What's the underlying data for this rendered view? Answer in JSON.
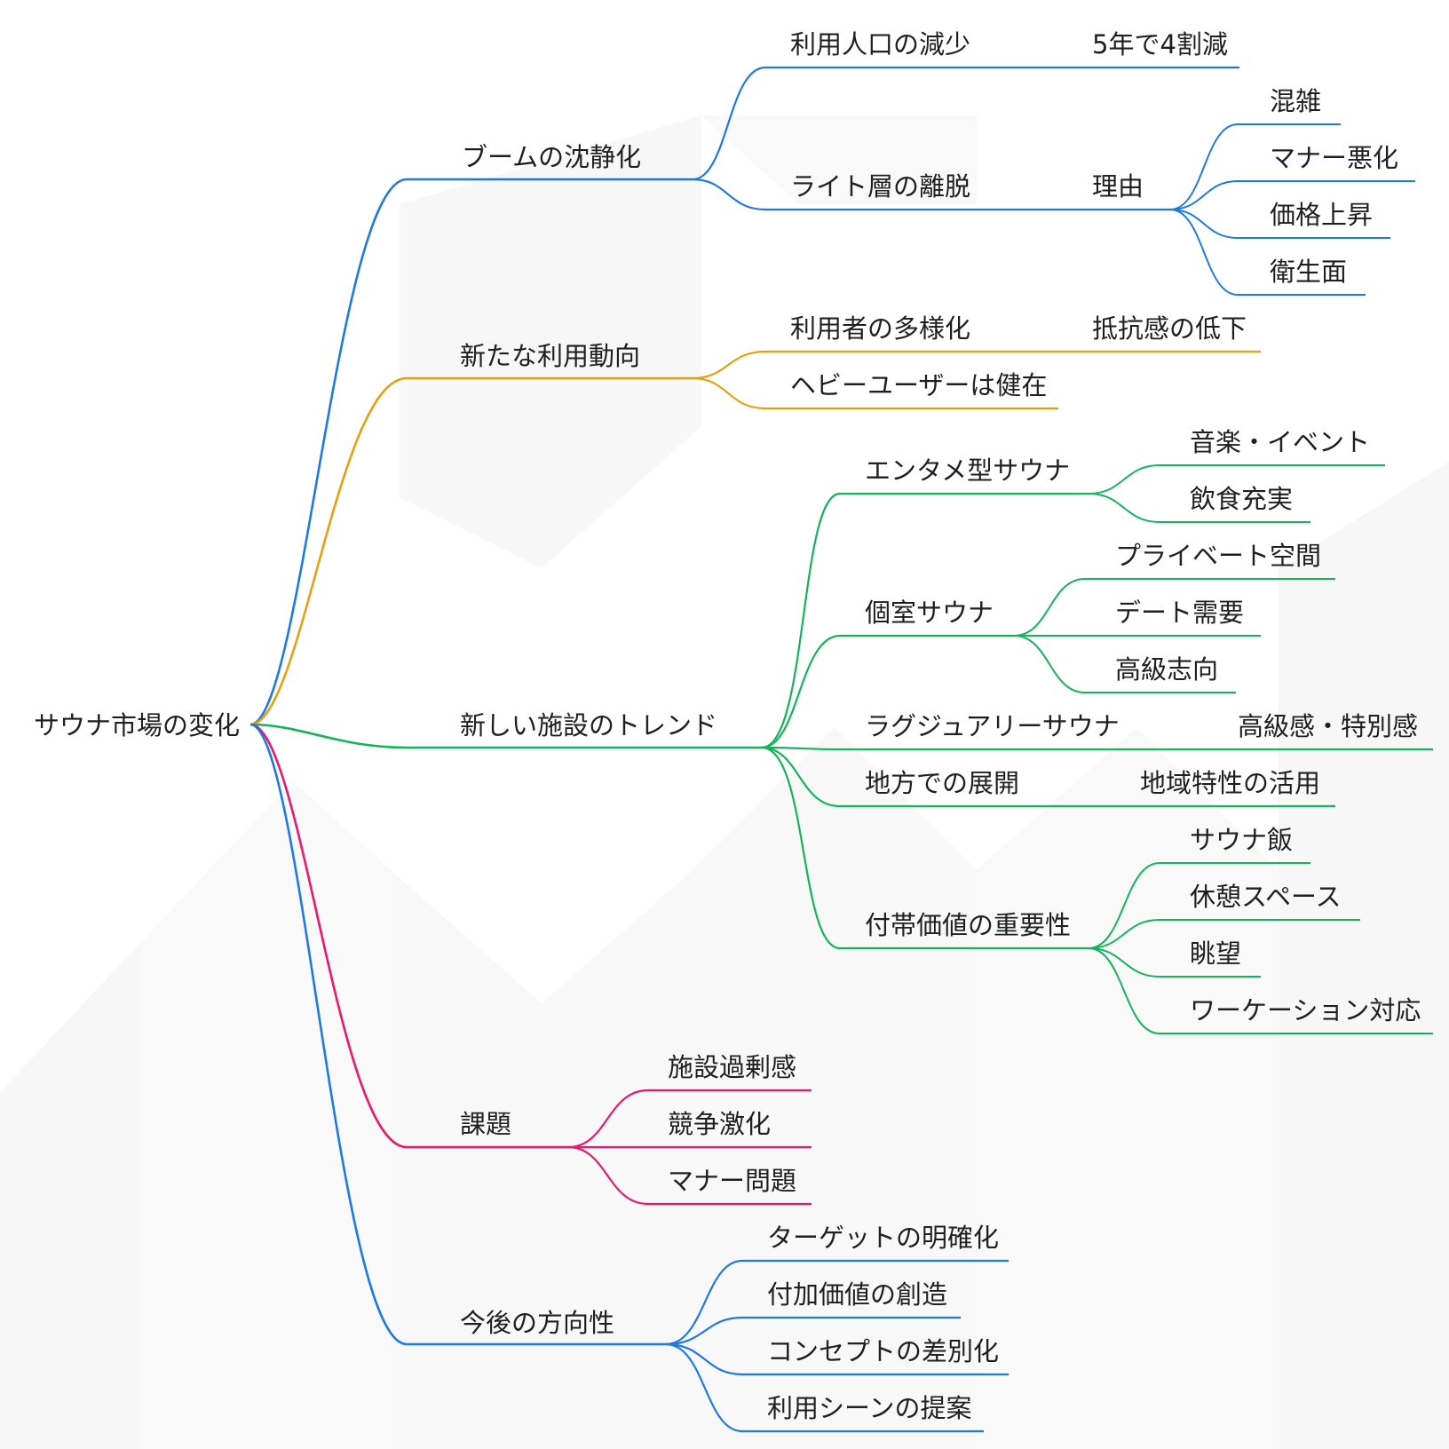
{
  "mindmap": {
    "root": "サウナ市場の変化",
    "colors": {
      "blue": "#1f7ae0",
      "orange": "#e8a010",
      "green": "#16b45a",
      "pink": "#e8186e"
    },
    "branches": [
      {
        "id": "boom",
        "label": "ブームの沈静化",
        "color": "blue",
        "children": [
          {
            "label": "利用人口の減少",
            "children": [
              {
                "label": "5年で4割減"
              }
            ]
          },
          {
            "label": "ライト層の離脱",
            "children": [
              {
                "label": "理由",
                "children": [
                  {
                    "label": "混雑"
                  },
                  {
                    "label": "マナー悪化"
                  },
                  {
                    "label": "価格上昇"
                  },
                  {
                    "label": "衛生面"
                  }
                ]
              }
            ]
          }
        ]
      },
      {
        "id": "usage",
        "label": "新たな利用動向",
        "color": "orange",
        "children": [
          {
            "label": "利用者の多様化",
            "children": [
              {
                "label": "抵抗感の低下"
              }
            ]
          },
          {
            "label": "ヘビーユーザーは健在"
          }
        ]
      },
      {
        "id": "trend",
        "label": "新しい施設のトレンド",
        "color": "green",
        "children": [
          {
            "label": "エンタメ型サウナ",
            "children": [
              {
                "label": "音楽・イベント"
              },
              {
                "label": "飲食充実"
              }
            ]
          },
          {
            "label": "個室サウナ",
            "children": [
              {
                "label": "プライベート空間"
              },
              {
                "label": "デート需要"
              },
              {
                "label": "高級志向"
              }
            ]
          },
          {
            "label": "ラグジュアリーサウナ",
            "children": [
              {
                "label": "高級感・特別感"
              }
            ]
          },
          {
            "label": "地方での展開",
            "children": [
              {
                "label": "地域特性の活用"
              }
            ]
          },
          {
            "label": "付帯価値の重要性",
            "children": [
              {
                "label": "サウナ飯"
              },
              {
                "label": "休憩スペース"
              },
              {
                "label": "眺望"
              },
              {
                "label": "ワーケーション対応"
              }
            ]
          }
        ]
      },
      {
        "id": "issues",
        "label": "課題",
        "color": "pink",
        "children": [
          {
            "label": "施設過剰感"
          },
          {
            "label": "競争激化"
          },
          {
            "label": "マナー問題"
          }
        ]
      },
      {
        "id": "future",
        "label": "今後の方向性",
        "color": "blue",
        "children": [
          {
            "label": "ターゲットの明確化"
          },
          {
            "label": "付加価値の創造"
          },
          {
            "label": "コンセプトの差別化"
          },
          {
            "label": "利用シーンの提案"
          }
        ]
      }
    ]
  }
}
